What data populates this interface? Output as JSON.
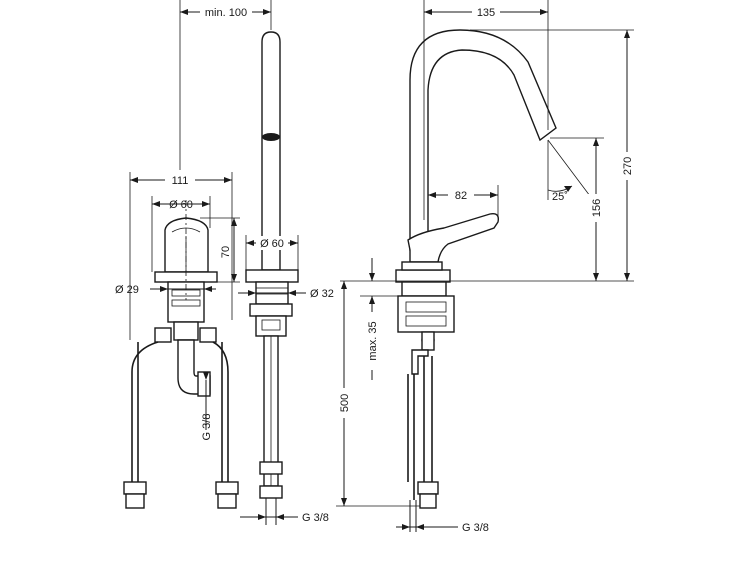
{
  "labels": {
    "min_100": "min. 100",
    "d135": "135",
    "d111": "111",
    "dia60_left": "Ø 60",
    "dia60_mid": "Ø 60",
    "d70": "70",
    "dia29": "Ø 29",
    "dia32": "Ø 32",
    "d82": "82",
    "deg25": "25˚",
    "d156": "156",
    "d270": "270",
    "max35": "max. 35",
    "d500": "500",
    "g38_left": "G 3/8",
    "g38_mid": "G 3/8",
    "g38_right": "G 3/8"
  }
}
